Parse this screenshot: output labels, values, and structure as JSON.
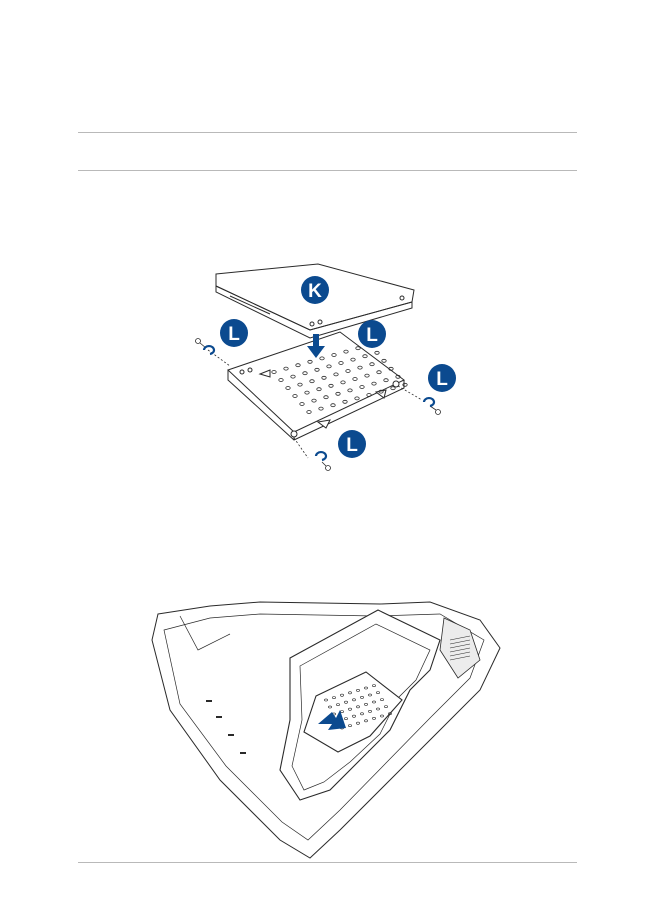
{
  "callouts": {
    "drive": "K",
    "screw_left": "L",
    "screw_top_right": "L",
    "screw_right": "L",
    "screw_bottom": "L"
  },
  "colors": {
    "accent_blue": "#0b4a8f",
    "line_gray": "#b9b9b9",
    "ink": "#2a2a2a"
  }
}
